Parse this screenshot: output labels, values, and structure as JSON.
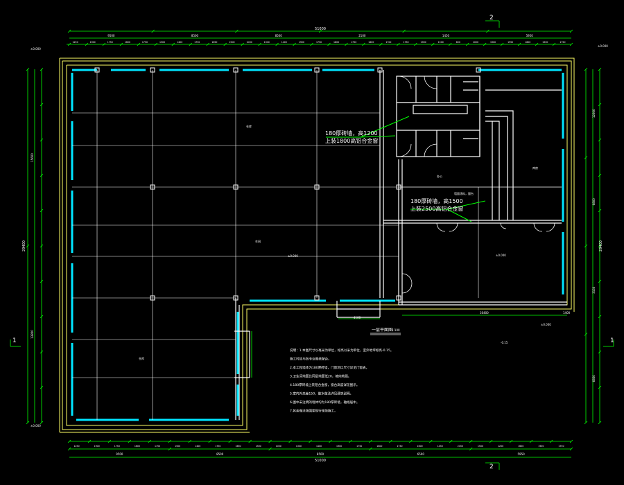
{
  "section_marks": {
    "top": "2",
    "bottom": "2",
    "left": "1",
    "right": "1"
  },
  "dimensions": {
    "top_overall": "51000",
    "top_segments": [
      "9500",
      "8500",
      "8500",
      "2100",
      "1450",
      "5950"
    ],
    "top_details": [
      "1250",
      "1900",
      "1750",
      "1600",
      "1750",
      "1500",
      "1400",
      "1750",
      "1650",
      "1500",
      "1000",
      "1300",
      "1400",
      "1900",
      "1750",
      "1800",
      "1750",
      "1600",
      "1700",
      "1750",
      "1900",
      "1500",
      "800",
      "1000",
      "1900",
      "1950",
      "1800",
      "1900",
      "1750"
    ],
    "bottom_overall": "51000",
    "bottom_segments": [
      "9500",
      "8500",
      "8500",
      "6500",
      "5950"
    ],
    "bottom_details": [
      "1250",
      "1900",
      "1750",
      "1600",
      "1750",
      "1500",
      "1400",
      "1750",
      "1650",
      "1500",
      "1000",
      "1300",
      "1400",
      "1900",
      "1750",
      "1800",
      "1750",
      "1600",
      "1450",
      "2450",
      "1500",
      "1200",
      "1600",
      "1900",
      "1750"
    ],
    "left_overall": "29400",
    "left_segments": [
      "15600",
      "13800"
    ],
    "right_overall": "29400",
    "right_segments": [
      "12600",
      "6800",
      "3150",
      "6850"
    ],
    "east_bay": "1400",
    "south_bay": "16400",
    "entrance_width": "4100"
  },
  "levels": {
    "top_left": "±0.000",
    "top_right": "±0.000",
    "bottom_left": "±0.000",
    "bottom_right": "±0.000",
    "main": "±0.000",
    "inner": "±0.000",
    "exterior": "-0.15"
  },
  "callouts": {
    "wall_1_line1": "180厚砖墙，高1200",
    "wall_1_line2": "上装1800高铝合金窗",
    "wall_2_line1": "180厚砖墙，高1500",
    "wall_2_line2": "上装2500高铝合金窗",
    "wall_2_note": "墙面涂料，窗台"
  },
  "rooms": {
    "warehouse": "仓库",
    "hall": "车间",
    "annex": "仓库",
    "office": "办公",
    "store": "库房"
  },
  "plan_title": "一层平面图",
  "plan_scale": "1:100",
  "notes": [
    "说明：1.本图尺寸以毫米为单位，标高以米为单位，室外地坪标高-0.15。",
    "    施工时应与各专业图纸配合。",
    "  2.本工程墙体为180厚砖墙，门窗洞口尺寸详见门窗表。",
    "  3.卫生间地面比同层地面低20，坡向地漏。",
    "  4.180厚砖墙上装铝合金窗，窗台高度详见图示。",
    "  5.室内外高差150，散水做法详见建筑说明。",
    "  6.图中未注明的墙体均为180厚砖墙，轴线居中。",
    "  7.其余做法按国家现行规范施工。"
  ],
  "colors": {
    "background": "#000000",
    "line": "#ffffff",
    "dimension": "#00ff00",
    "wall": "#ffff66",
    "window": "#00e5ff",
    "column": "#ff4444",
    "callout": "#00ff00"
  }
}
